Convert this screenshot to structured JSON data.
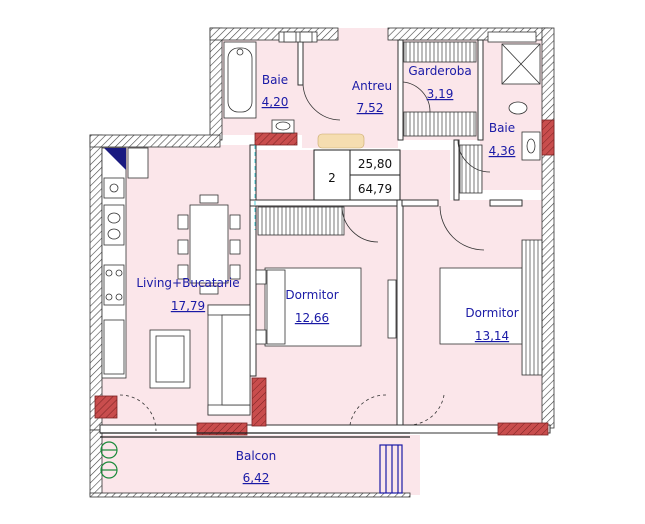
{
  "apartment": {
    "number": "2",
    "living_area": "25,80",
    "total_area": "64,79"
  },
  "rooms": {
    "baie_top": {
      "name": "Baie",
      "area": "4,20"
    },
    "antreu": {
      "name": "Antreu",
      "area": "7,52"
    },
    "garderoba": {
      "name": "Garderoba",
      "area": "3,19"
    },
    "baie_right": {
      "name": "Baie",
      "area": "4,36"
    },
    "living": {
      "name": "Living+Bucatarie",
      "area": "17,79"
    },
    "dormitor_1": {
      "name": "Dormitor",
      "area": "12,66"
    },
    "dormitor_2": {
      "name": "Dormitor",
      "area": "13,14"
    },
    "balcon": {
      "name": "Balcon",
      "area": "6,42"
    }
  },
  "colors": {
    "floor": "#fbe6ea",
    "wall_hatch": "#555555",
    "wall_brick": "#c94d4d",
    "label": "#1a1aa6"
  }
}
